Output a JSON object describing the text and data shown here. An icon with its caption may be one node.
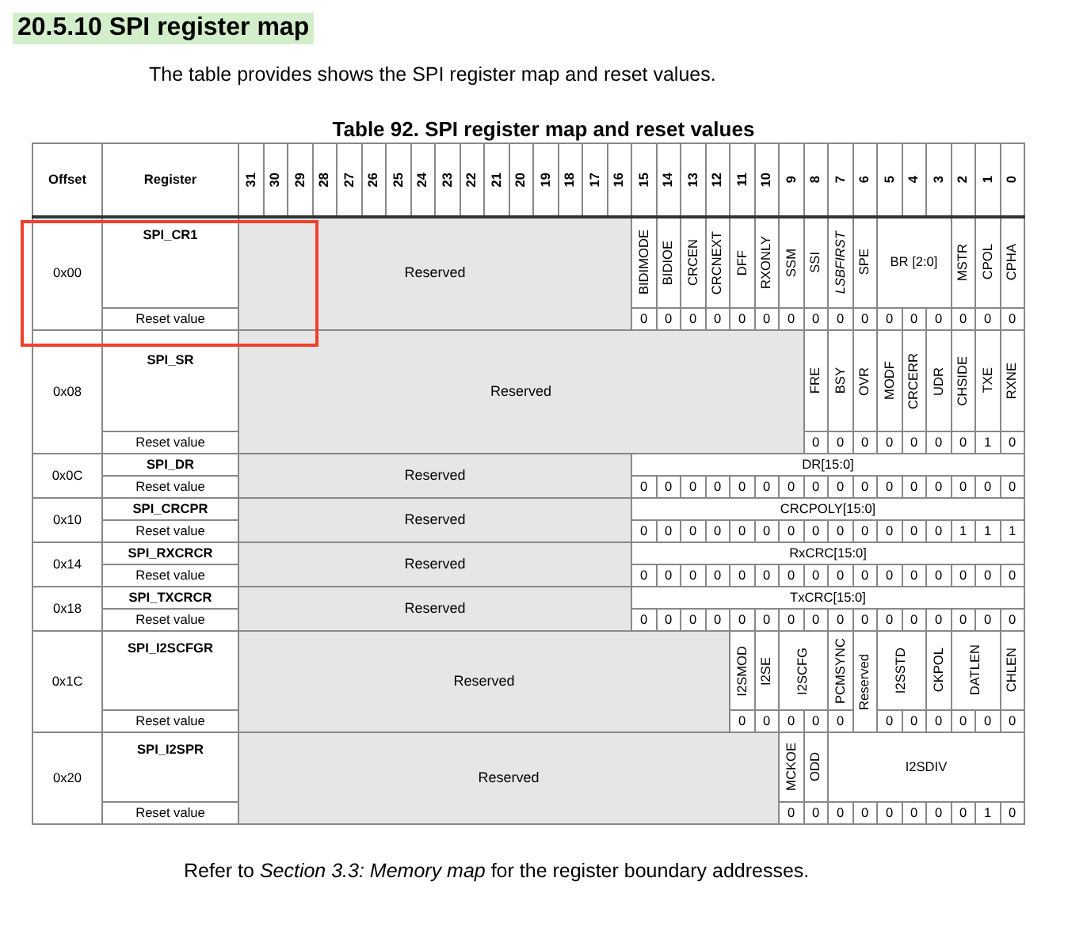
{
  "diagram": {
    "title": "20.5.10 SPI register map",
    "labels": [
      "The table provides shows the SPI register map and reset values.",
      "Table 92. SPI register map and reset values",
      "Offset",
      "Register",
      "31",
      "30",
      "29",
      "28",
      "27",
      "26",
      "25",
      "24",
      "23",
      "22",
      "21",
      "20",
      "19",
      "18",
      "17",
      "16",
      "15",
      "14",
      "13",
      "12",
      "11",
      "10",
      "9",
      "8",
      "7",
      "6",
      "5",
      "4",
      "3",
      "2",
      "1",
      "0",
      "0x00",
      "SPI_CR1",
      "Reserved",
      "BIDIMODE",
      "BIDIOE",
      "CRCEN",
      "CRCNEXT",
      "DFF",
      "RXONLY",
      "SSM",
      "SSI",
      "LSBFIRST",
      "SPE",
      "BR [2:0]",
      "MSTR",
      "CPOL",
      "CPHA",
      "Reset value",
      "0",
      "0",
      "0",
      "0",
      "0",
      "0",
      "0",
      "0",
      "0",
      "0",
      "0",
      "0",
      "0",
      "0",
      "0",
      "0",
      "0x08",
      "SPI_SR",
      "Reserved",
      "FRE",
      "BSY",
      "OVR",
      "MODF",
      "CRCERR",
      "UDR",
      "CHSIDE",
      "TXE",
      "RXNE",
      "Reset value",
      "0",
      "0",
      "0",
      "0",
      "0",
      "0",
      "0",
      "1",
      "0",
      "0x0C",
      "SPI_DR",
      "Reserved",
      "DR[15:0]",
      "Reset value",
      "0",
      "0",
      "0",
      "0",
      "0",
      "0",
      "0",
      "0",
      "0",
      "0",
      "0",
      "0",
      "0",
      "0",
      "0",
      "0",
      "0x10",
      "SPI_CRCPR",
      "Reserved",
      "CRCPOLY[15:0]",
      "Reset value",
      "0",
      "0",
      "0",
      "0",
      "0",
      "0",
      "0",
      "0",
      "0",
      "0",
      "0",
      "0",
      "0",
      "1",
      "1",
      "1",
      "0x14",
      "SPI_RXCRCR",
      "Reserved",
      "RxCRC[15:0]",
      "Reset value",
      "0",
      "0",
      "0",
      "0",
      "0",
      "0",
      "0",
      "0",
      "0",
      "0",
      "0",
      "0",
      "0",
      "0",
      "0",
      "0",
      "0x18",
      "SPI_TXCRCR",
      "Reserved",
      "TxCRC[15:0]",
      "Reset value",
      "0",
      "0",
      "0",
      "0",
      "0",
      "0",
      "0",
      "0",
      "0",
      "0",
      "0",
      "0",
      "0",
      "0",
      "0",
      "0",
      "0x1C",
      "SPI_I2SCFGR",
      "Reserved",
      "I2SMOD",
      "I2SE",
      "I2SCFG",
      "PCMSYNC",
      "Reserved",
      "I2SSTD",
      "CKPOL",
      "DATLEN",
      "CHLEN",
      "Reset value",
      "0",
      "0",
      "0",
      "0",
      "0",
      "0",
      "0",
      "0",
      "0",
      "0",
      "0",
      "0x20",
      "SPI_I2SPR",
      "Reserved",
      "MCKOE",
      "ODD",
      "I2SDIV",
      "Reset value",
      "0",
      "0",
      "0",
      "0",
      "0",
      "0",
      "0",
      "0",
      "1",
      "0",
      "Refer to *Section 3.3: Memory map* for the register boundary addresses."
    ]
  }
}
